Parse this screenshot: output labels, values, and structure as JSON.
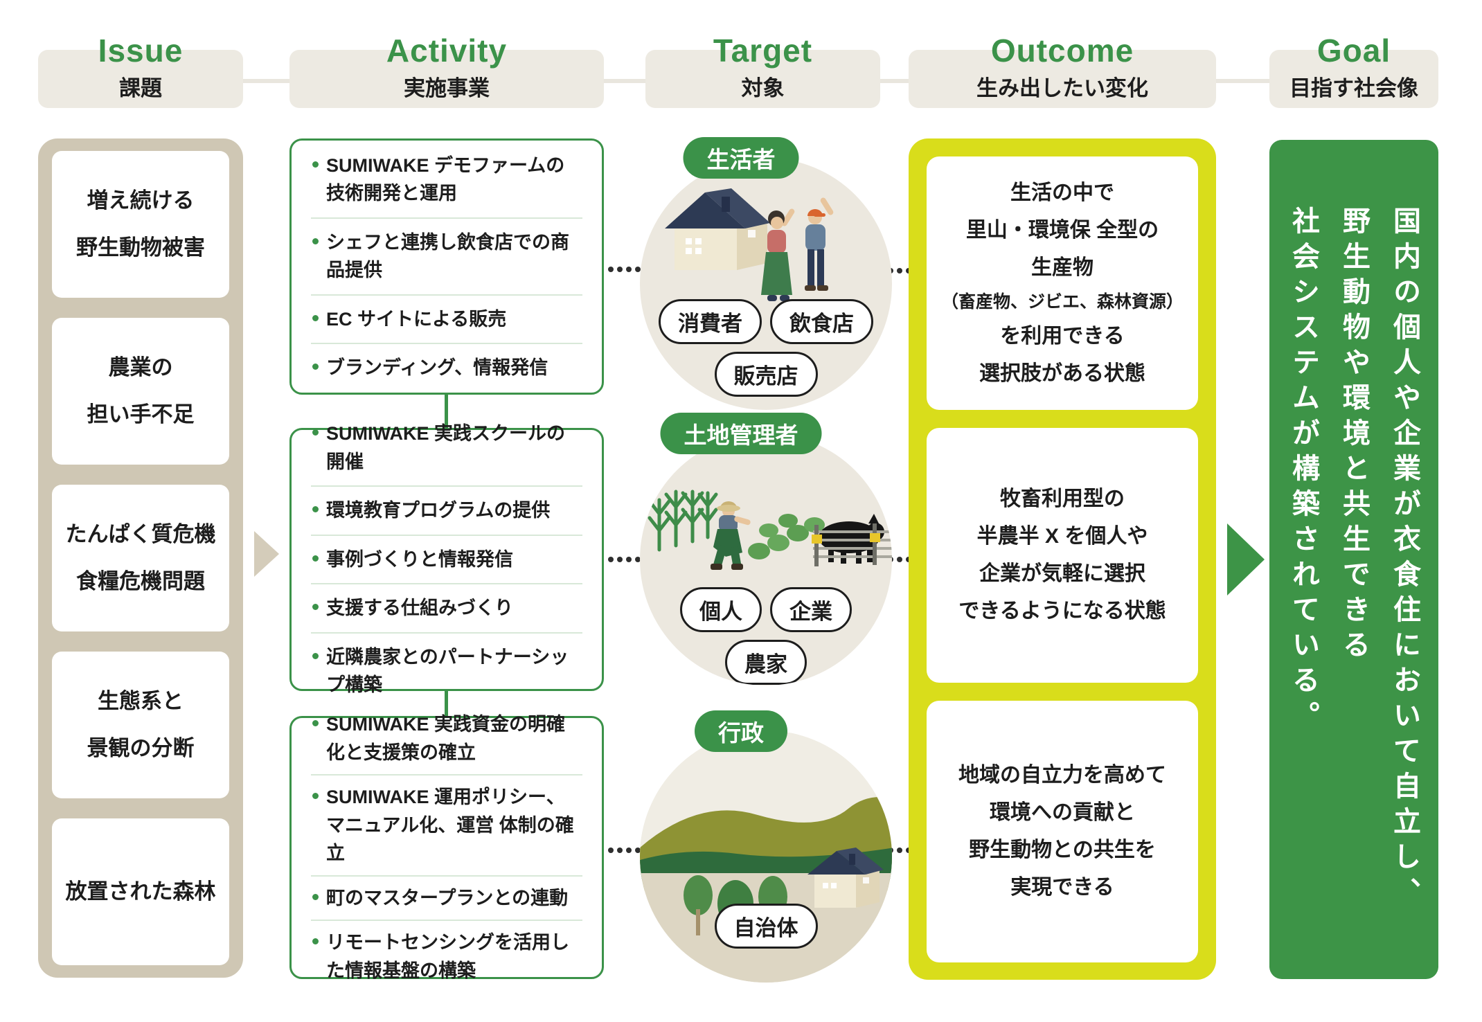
{
  "issue": {
    "title_en": "Issue",
    "title_ja": "課題",
    "items": [
      {
        "lines": [
          "増え続ける",
          "野生動物被害"
        ]
      },
      {
        "lines": [
          "農業の",
          "担い手不足"
        ]
      },
      {
        "lines": [
          "たんぱく質危機",
          "食糧危機問題"
        ]
      },
      {
        "lines": [
          "生態系と",
          "景観の分断"
        ]
      },
      {
        "lines": [
          "放置された森林"
        ]
      }
    ]
  },
  "activity": {
    "title_en": "Activity",
    "title_ja": "実施事業",
    "boxes": [
      {
        "items": [
          "SUMIWAKE デモファームの技術開発と運用",
          "シェフと連携し飲食店での商品提供",
          "EC サイトによる販売",
          "ブランディング、情報発信"
        ]
      },
      {
        "items": [
          "SUMIWAKE 実践スクールの開催",
          "環境教育プログラムの提供",
          "事例づくりと情報発信",
          "支援する仕組みづくり",
          "近隣農家とのパートナーシップ構築"
        ]
      },
      {
        "items": [
          "SUMIWAKE 実践資金の明確化と支援策の確立",
          "SUMIWAKE 運用ポリシー、マニュアル化、運営 体制の確立",
          "町のマスタープランとの連動",
          "リモートセンシングを活用した情報基盤の構築"
        ]
      }
    ]
  },
  "target": {
    "title_en": "Target",
    "title_ja": "対象",
    "groups": [
      {
        "label": "生活者",
        "tags": [
          "消費者",
          "飲食店",
          "販売店"
        ]
      },
      {
        "label": "土地管理者",
        "tags": [
          "個人",
          "企業",
          "農家"
        ]
      },
      {
        "label": "行政",
        "tags": [
          "自治体"
        ]
      }
    ]
  },
  "outcome": {
    "title_en": "Outcome",
    "title_ja": "生み出したい変化",
    "boxes": [
      {
        "lines": [
          "生活の中で",
          "里山・環境保 全型の",
          "生産物",
          "（畜産物、ジビエ、森林資源）",
          "を利用できる",
          "選択肢がある状態"
        ]
      },
      {
        "lines": [
          "牧畜利用型の",
          "半農半 X を個人や",
          "企業が気軽に選択",
          "できるようになる状態"
        ]
      },
      {
        "lines": [
          "地域の自立力を高めて",
          "環境への貢献と",
          "野生動物との共生を",
          "実現できる"
        ]
      }
    ]
  },
  "goal": {
    "title_en": "Goal",
    "title_ja": "目指す社会像",
    "lines": [
      "国内の個人や企業が衣食住において自立し、",
      "野生動物や環境と共生できる",
      "社会システムが構築されている。"
    ]
  },
  "colors": {
    "accent_green": "#3b9249",
    "goal_green": "#3d9447",
    "outcome_yellow": "#d9dd1b",
    "issue_tan": "#cfc7b4",
    "header_beige": "#edeae2",
    "circle_beige": "#ece8df",
    "text": "#1d1d1d"
  }
}
